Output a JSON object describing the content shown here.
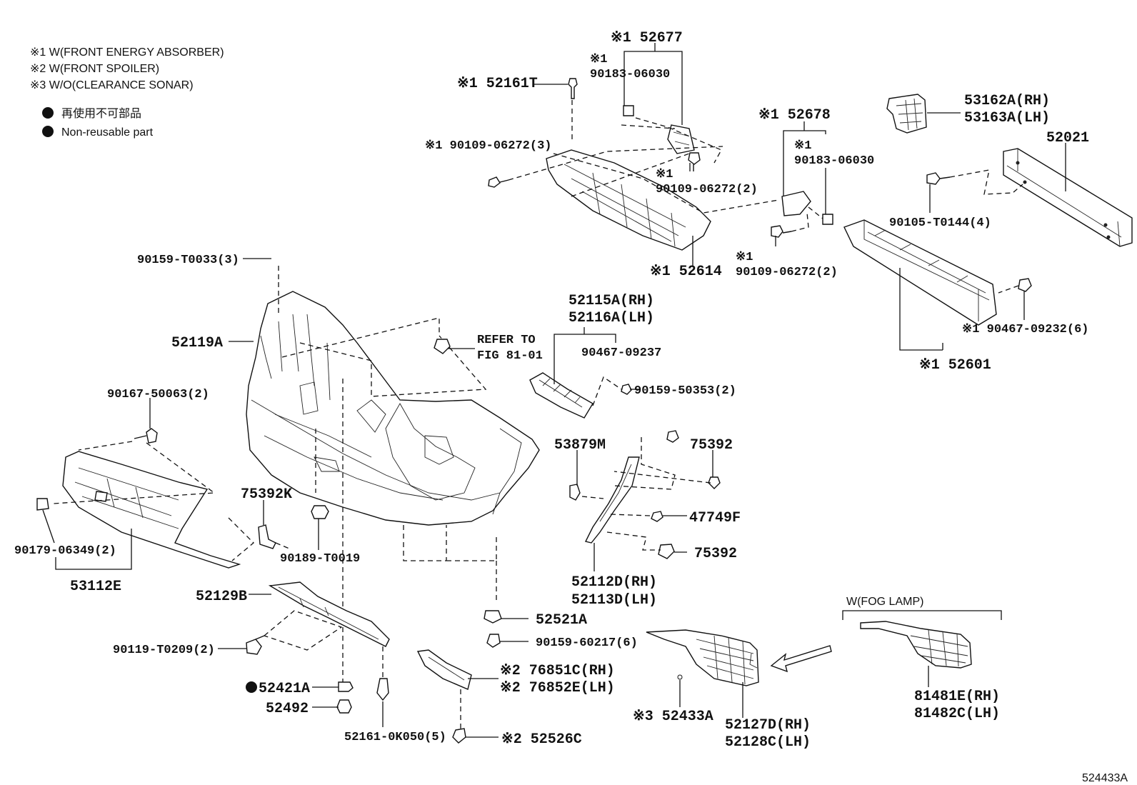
{
  "legend": {
    "conditions": [
      "※1 W(FRONT ENERGY ABSORBER)",
      "※2 W(FRONT SPOILER)",
      "※3 W/O(CLEARANCE SONAR)"
    ],
    "bullet_jp": "再使用不可部品",
    "bullet_en": "Non-reusable part"
  },
  "labels": {
    "p52677": "※1 52677",
    "p90183a_mark": "※1",
    "p90183a": "90183-06030",
    "p52161T": "※1 52161T",
    "p90109a": "※1 90109-06272(3)",
    "p90109b_mark": "※1",
    "p90109b": "90109-06272(2)",
    "p52614": "※1 52614",
    "p52678": "※1 52678",
    "p90183b_mark": "※1",
    "p90183b": "90183-06030",
    "p90109c_mark": "※1",
    "p90109c": "90109-06272(2)",
    "p53162A": "53162A(RH)",
    "p53163A": "53163A(LH)",
    "p52021": "52021",
    "p90105": "90105-T0144(4)",
    "p90467a": "※1 90467-09232(6)",
    "p52601": "※1 52601",
    "p90159a": "90159-T0033(3)",
    "p52119A": "52119A",
    "refer1": "REFER TO",
    "refer2": "FIG 81-01",
    "p52115A": "52115A(RH)",
    "p52116A": "52116A(LH)",
    "p90467b": "90467-09237",
    "p90159b": "90159-50353(2)",
    "p90167": "90167-50063(2)",
    "p53879M": "53879M",
    "p75392a": "75392",
    "p75392K": "75392K",
    "p47749F": "47749F",
    "p75392b": "75392",
    "p90179": "90179-06349(2)",
    "p90189": "90189-T0019",
    "p53112E": "53112E",
    "p52112D": "52112D(RH)",
    "p52113D": "52113D(LH)",
    "p52129B": "52129B",
    "p52521A": "52521A",
    "p90159c": "90159-60217(6)",
    "p90119": "90119-T0209(2)",
    "p76851C": "※2 76851C(RH)",
    "p76852E": "※2 76852E(LH)",
    "p52421A": "52421A",
    "p52492": "52492",
    "p52161K": "52161-0K050(5)",
    "p52526C": "※2 52526C",
    "fog": "W(FOG LAMP)",
    "p52433A": "※3 52433A",
    "p52127D": "52127D(RH)",
    "p52128C": "52128C(LH)",
    "p81481E": "81481E(RH)",
    "p81482C": "81482C(LH)"
  },
  "figure_id": "524433A"
}
